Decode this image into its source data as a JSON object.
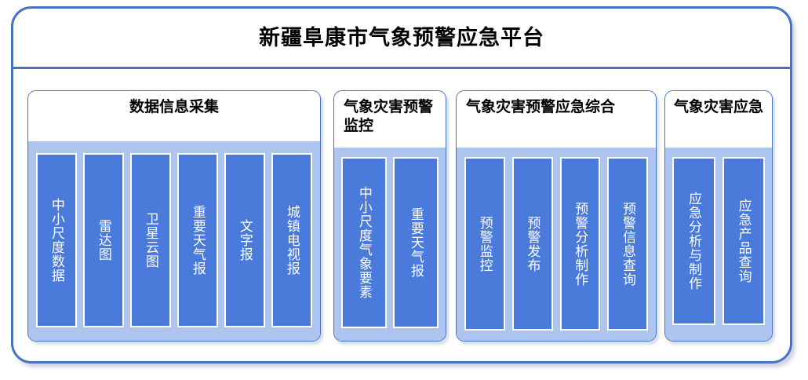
{
  "app": {
    "title": "新疆阜康市气象预警应急平台"
  },
  "theme": {
    "frame_border": "#4472c4",
    "panel_body_bg": "#adc5ee",
    "chip_bg": "#4a7bdb",
    "chip_border": "#ffffff",
    "chip_text": "#ffffff",
    "heading_text": "#000000"
  },
  "panels": [
    {
      "title": "数据信息采集",
      "title_align": "center",
      "items": [
        {
          "label": "中小尺度数据"
        },
        {
          "label": "雷达图"
        },
        {
          "label": "卫星云图"
        },
        {
          "label": "重要天气报"
        },
        {
          "label": "文字报"
        },
        {
          "label": "城镇电视报"
        }
      ]
    },
    {
      "title": "气象灾害预警监控",
      "title_align": "left",
      "items": [
        {
          "label": "中小尺度气象要素"
        },
        {
          "label": "重要天气报"
        }
      ]
    },
    {
      "title": "气象灾害预警应急综合",
      "title_align": "left",
      "items": [
        {
          "label": "预警监控"
        },
        {
          "label": "预警发布"
        },
        {
          "label": "预警分析制作"
        },
        {
          "label": "预警信息查询"
        }
      ]
    },
    {
      "title": "气象灾害应急",
      "title_align": "center",
      "items": [
        {
          "label": "应急分析与制作"
        },
        {
          "label": "应急产品查询"
        }
      ]
    }
  ]
}
